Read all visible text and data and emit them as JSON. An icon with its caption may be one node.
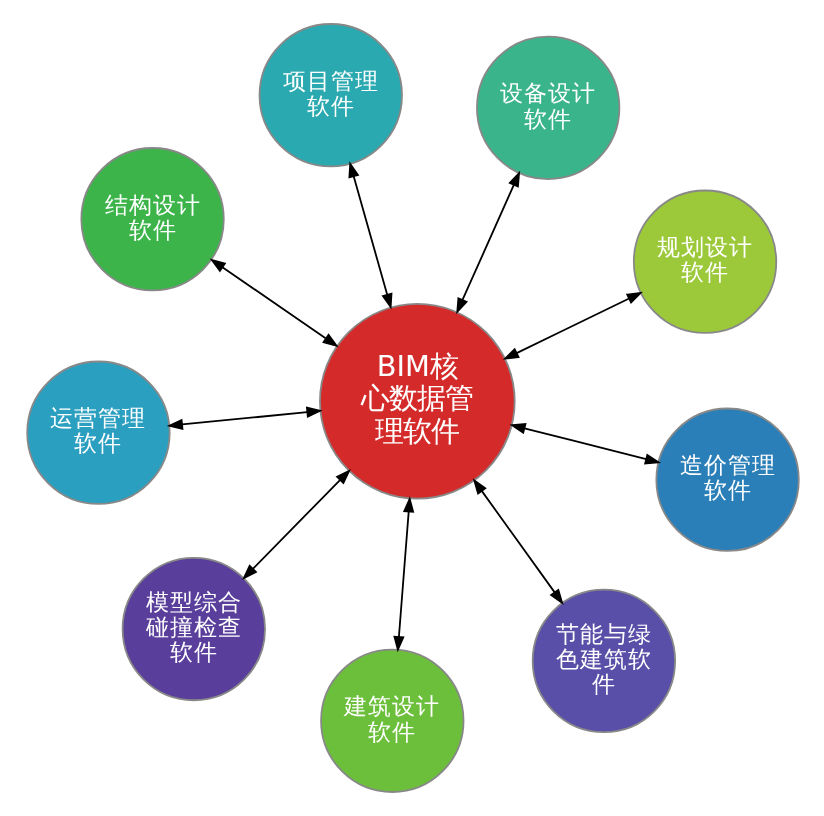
{
  "diagram": {
    "nodes": [
      {
        "text": [
          "BIM核心数据管理软件"
        ]
      },
      {
        "text": [
          "规划设计软件"
        ]
      },
      {
        "text": [
          "建筑设计软件"
        ]
      },
      {
        "text": [
          "结构设计软件"
        ]
      },
      {
        "text": [
          "设备设计软件"
        ]
      },
      {
        "text": [
          "项目管理软件"
        ]
      },
      {
        "text": [
          "运营管理软件"
        ]
      },
      {
        "text": [
          "造价管理软件"
        ]
      },
      {
        "text": [
          "模型综合碰撞检查软件"
        ]
      },
      {
        "text": [
          "节能与绿色建筑软件"
        ]
      }
    ],
    "edges": [
      {
        "from": 0,
        "to": 1,
        "arrow": "both"
      },
      {
        "from": 0,
        "to": 2,
        "arrow": "both"
      },
      {
        "from": 0,
        "to": 3,
        "arrow": "both"
      },
      {
        "from": 0,
        "to": 4,
        "arrow": "both"
      },
      {
        "from": 0,
        "to": 5,
        "arrow": "both"
      },
      {
        "from": 0,
        "to": 6,
        "arrow": "both"
      },
      {
        "from": 0,
        "to": 7,
        "arrow": "both"
      },
      {
        "from": 0,
        "to": 8,
        "arrow": "both"
      },
      {
        "from": 0,
        "to": 9,
        "arrow": "both"
      }
    ]
  }
}
